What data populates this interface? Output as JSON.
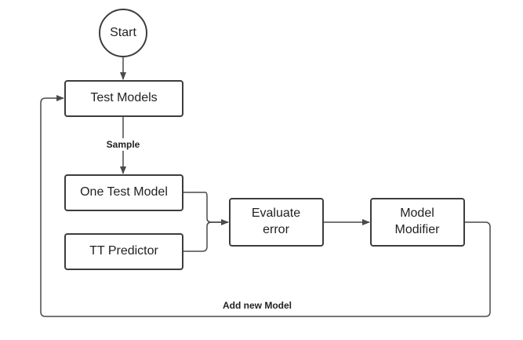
{
  "nodes": {
    "start": "Start",
    "test_models": "Test Models",
    "one_test_model": "One Test Model",
    "tt_predictor": "TT Predictor",
    "evaluate_error": [
      "Evaluate",
      "error"
    ],
    "model_modifier": [
      "Model",
      "Modifier"
    ]
  },
  "edges": {
    "sample": "Sample",
    "add_new_model": "Add new Model"
  },
  "colors": {
    "stroke": "#3d3d3d",
    "edge": "#4a4a4a",
    "text": "#222222",
    "background": "#ffffff"
  }
}
